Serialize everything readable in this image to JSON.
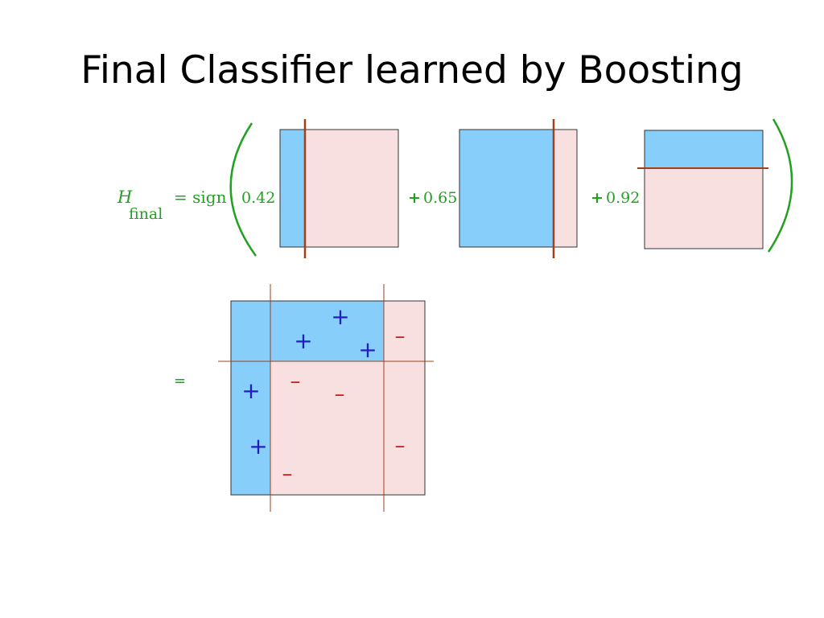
{
  "slide": {
    "title": "Final Classifier learned by Boosting"
  },
  "formula": {
    "h_symbol": "H",
    "h_subscript": "final",
    "sign_text": "= sign",
    "weights": [
      "0.42",
      "0.65",
      "0.92"
    ],
    "plus_sign": "+",
    "result_equals": "="
  },
  "combined": {
    "positive_symbol": "+",
    "negative_symbol": "–"
  },
  "colors": {
    "formula_green": "#22a022",
    "region_blue": "#87cefa",
    "region_pink": "#f8e0e0",
    "boundary_brown": "#a0401a",
    "positive_blue": "#2020c0",
    "negative_red": "#d02020"
  }
}
